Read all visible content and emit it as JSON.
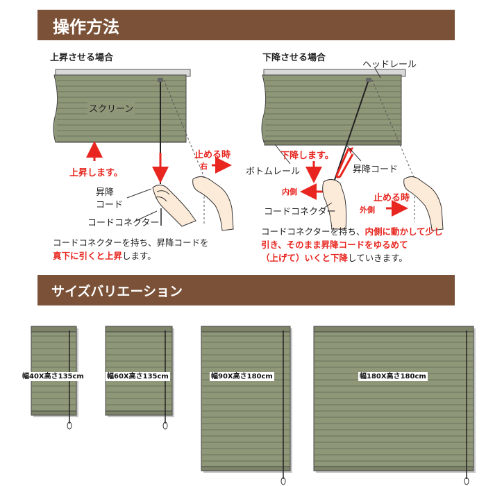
{
  "sections": {
    "operation_title": "操作方法",
    "size_title": "サイズバリエーション"
  },
  "raise": {
    "heading": "上昇させる場合",
    "screen_label": "スクリーン",
    "rises": "上昇します。",
    "stop": "止める時",
    "right": "右",
    "lift_cord_1": "昇降",
    "lift_cord_2": "コード",
    "connector": "コードコネクター",
    "desc_1a": "コードコネクターを持ち、昇降コードを",
    "desc_2a": "真下に引くと上昇",
    "desc_2b": "します。"
  },
  "lower": {
    "heading": "下降させる場合",
    "head_rail": "ヘッドレール",
    "lowers": "下降します。",
    "bottom_rail": "ボトムレール",
    "lift_cord": "昇降コード",
    "inside": "内側",
    "stop": "止める時",
    "outside": "外側",
    "connector": "コードコネクター",
    "desc_1a": "コードコネクターを持ち、",
    "desc_1b": "内側に動かして少し",
    "desc_2a": "引き、そのまま昇降コードをゆるめて",
    "desc_3a": "（上げて）いくと下降",
    "desc_3b": "していきます。"
  },
  "sizes": [
    {
      "label": "幅40X高さ135cm"
    },
    {
      "label": "幅60X高さ135cm"
    },
    {
      "label": "幅90X高さ180cm"
    },
    {
      "label": "幅180X高さ180cm"
    }
  ],
  "colors": {
    "banner": "#7b5238",
    "slat": "#8e9778",
    "rail": "#7d8468",
    "accent_red": "#e8251f"
  }
}
